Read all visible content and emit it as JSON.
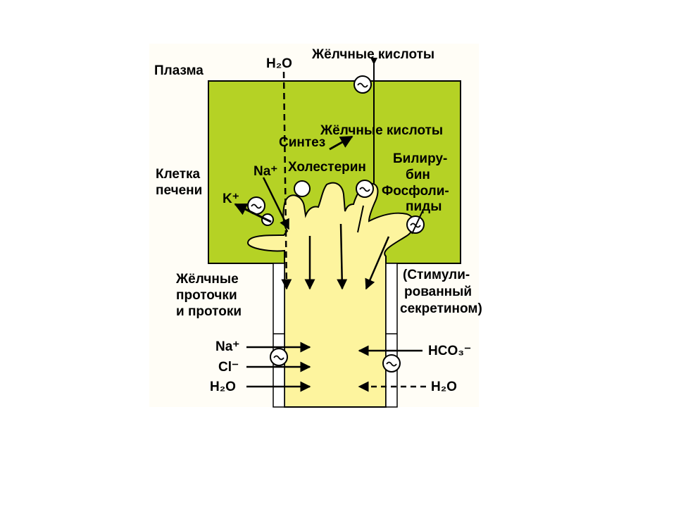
{
  "colors": {
    "cell": "#b5d225",
    "bile": "#fdf49e",
    "ink": "#000000",
    "background": "#ffffff",
    "panel_bg": "#fffdf6"
  },
  "labels": {
    "plasma": "Плазма",
    "h2o_top": "H₂O",
    "bile_acids_top": "Жёлчные кислоты",
    "synthesis": "Синтез",
    "bile_acids_mid": "Жёлчные кислоты",
    "cholesterol": "Холестерин",
    "bilirubin_1": "Билиру-",
    "bilirubin_2": "бин",
    "phospholipids_1": "Фосфоли-",
    "phospholipids_2": "пиды",
    "liver_cell_1": "Клетка",
    "liver_cell_2": "печени",
    "na_plus": "Na⁺",
    "k_plus": "K⁺",
    "ducts_1": "Жёлчные",
    "ducts_2": "проточки",
    "ducts_3": "и протоки",
    "stim_1": "(Стимули-",
    "stim_2": "рованный",
    "stim_3": "секретином)",
    "duct_na": "Na⁺",
    "duct_cl": "Cl⁻",
    "duct_h2o_left": "H₂O",
    "duct_hco3": "HCO₃⁻",
    "duct_h2o_right": "H₂O"
  },
  "icons": {
    "transporter": "tilde-circle-icon",
    "arrow": "arrow-icon"
  }
}
